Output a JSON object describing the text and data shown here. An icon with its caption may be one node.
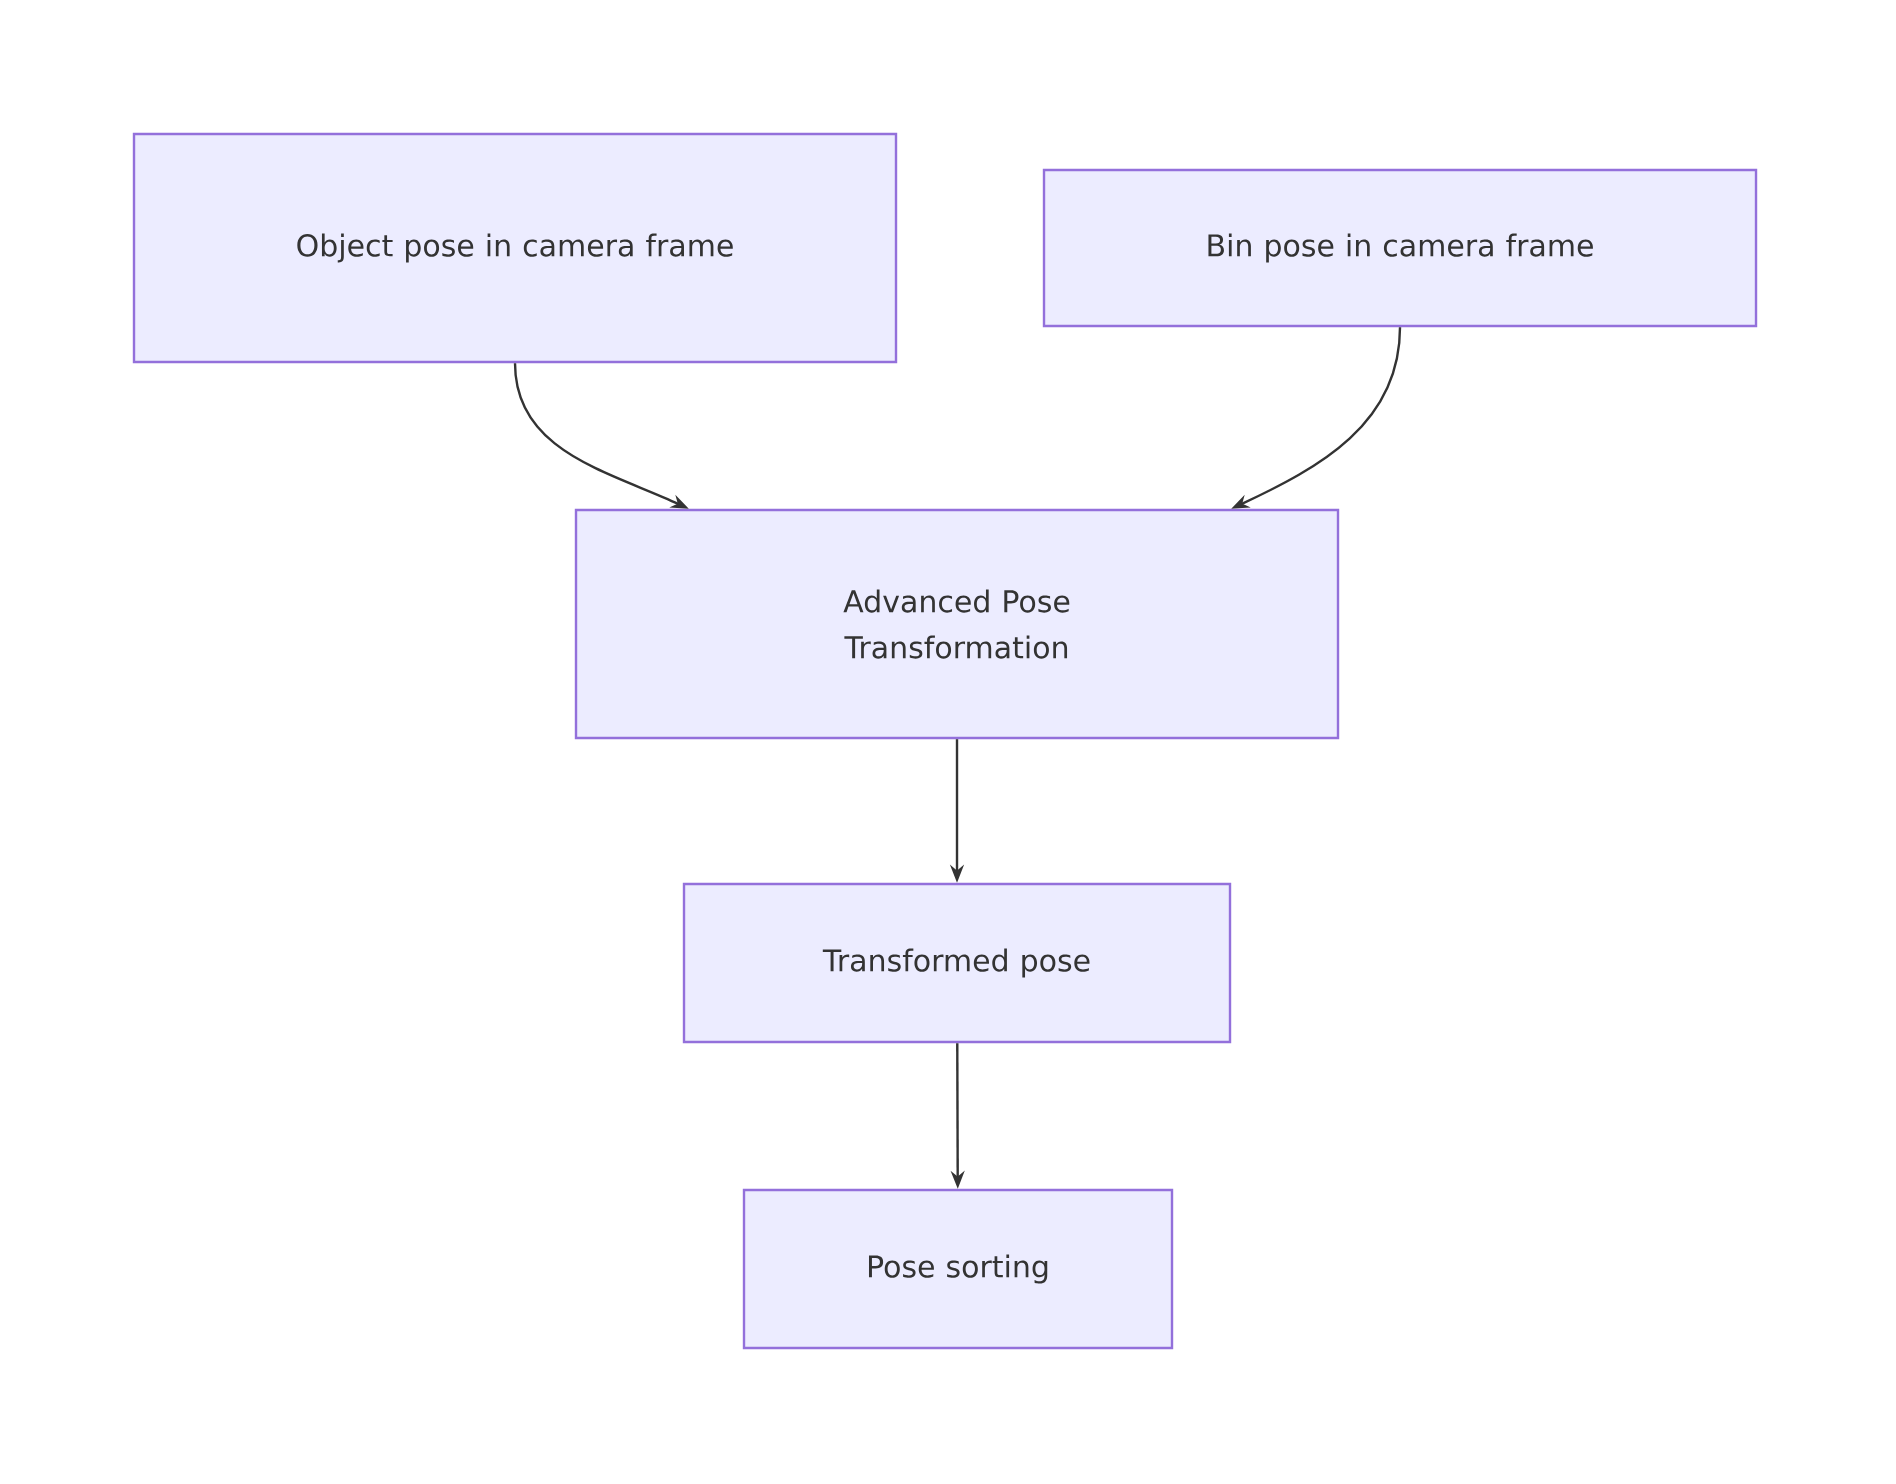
{
  "diagram": {
    "nodes": [
      {
        "text": [
          "Object pose in camera frame"
        ]
      },
      {
        "text": [
          "Bin pose in camera frame"
        ]
      },
      {
        "text": [
          "Advanced Pose Transformation"
        ]
      },
      {
        "text": [
          "Transformed pose"
        ]
      },
      {
        "text": [
          "Pose sorting"
        ]
      }
    ],
    "edges": [
      {
        "from": 0,
        "to": 2,
        "arrow": "to"
      },
      {
        "from": 1,
        "to": 2,
        "arrow": "to"
      },
      {
        "from": 2,
        "to": 3,
        "arrow": "to"
      },
      {
        "from": 3,
        "to": 4,
        "arrow": "to"
      }
    ]
  }
}
